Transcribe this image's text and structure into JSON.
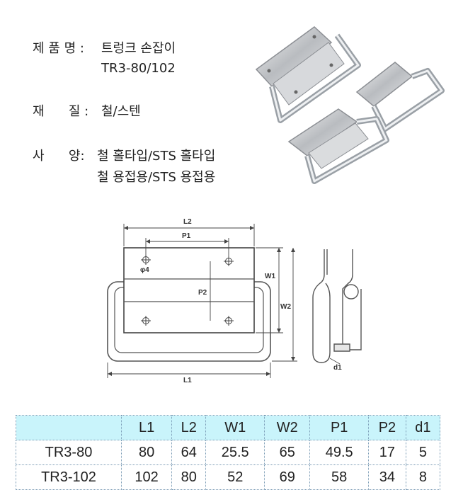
{
  "product": {
    "name_label": "제 품 명 :",
    "name_value": "트렁크 손잡이",
    "model_value": "TR3-80/102",
    "material_label": "재      질 :",
    "material_value": "철/스텐",
    "spec_label": "사      양:",
    "spec_line1": "철 홀타입/STS 홀타입",
    "spec_line2": "철 용접용/STS 용접용"
  },
  "drawing_labels": {
    "L2": "L2",
    "P1": "P1",
    "phi": "φ4",
    "P2": "P2",
    "W1": "W1",
    "W2": "W2",
    "L1": "L1",
    "d1": "d1"
  },
  "table": {
    "headers": [
      "",
      "L1",
      "L2",
      "W1",
      "W2",
      "P1",
      "P2",
      "d1"
    ],
    "rows": [
      [
        "TR3-80",
        "80",
        "64",
        "25.5",
        "65",
        "49.5",
        "17",
        "5"
      ],
      [
        "TR3-102",
        "102",
        "80",
        "52",
        "69",
        "58",
        "34",
        "8"
      ]
    ]
  }
}
